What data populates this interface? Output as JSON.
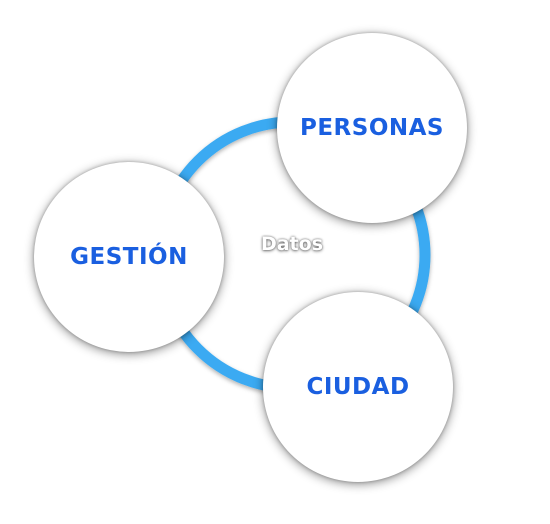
{
  "diagram": {
    "center_label": "Datos",
    "nodes": [
      {
        "label": "PERSONAS"
      },
      {
        "label": "GESTIÓN"
      },
      {
        "label": "CIUDAD"
      }
    ],
    "colors": {
      "ring": "#3aaaf2",
      "node_text": "#1a5fe0",
      "node_fill": "#ffffff"
    }
  }
}
